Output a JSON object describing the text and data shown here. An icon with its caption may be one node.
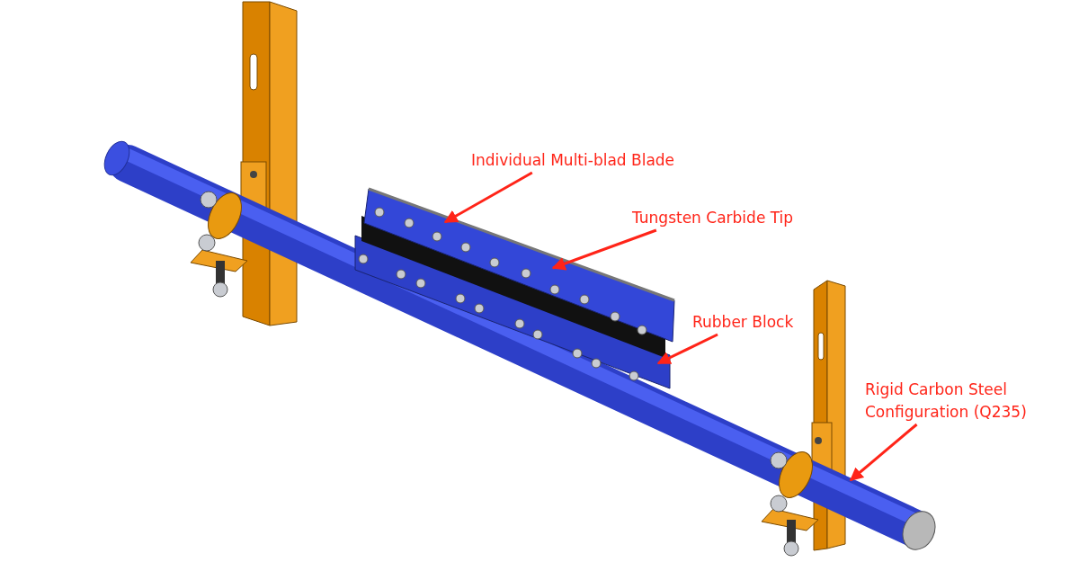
{
  "diagram": {
    "nodes": [
      {
        "text": [
          "Individual Multi-blad Blade"
        ]
      },
      {
        "text": [
          "Tungsten Carbide Tip"
        ]
      },
      {
        "text": [
          "Rubber Block"
        ]
      },
      {
        "text": [
          "Rigid Carbon Steel Configuration (Q235)"
        ]
      }
    ],
    "edges": [
      {
        "from": 0,
        "to": null,
        "arrow": "to"
      },
      {
        "from": 1,
        "to": null,
        "arrow": "to"
      },
      {
        "from": 2,
        "to": null,
        "arrow": "to"
      },
      {
        "from": 3,
        "to": null,
        "arrow": "to"
      }
    ]
  }
}
